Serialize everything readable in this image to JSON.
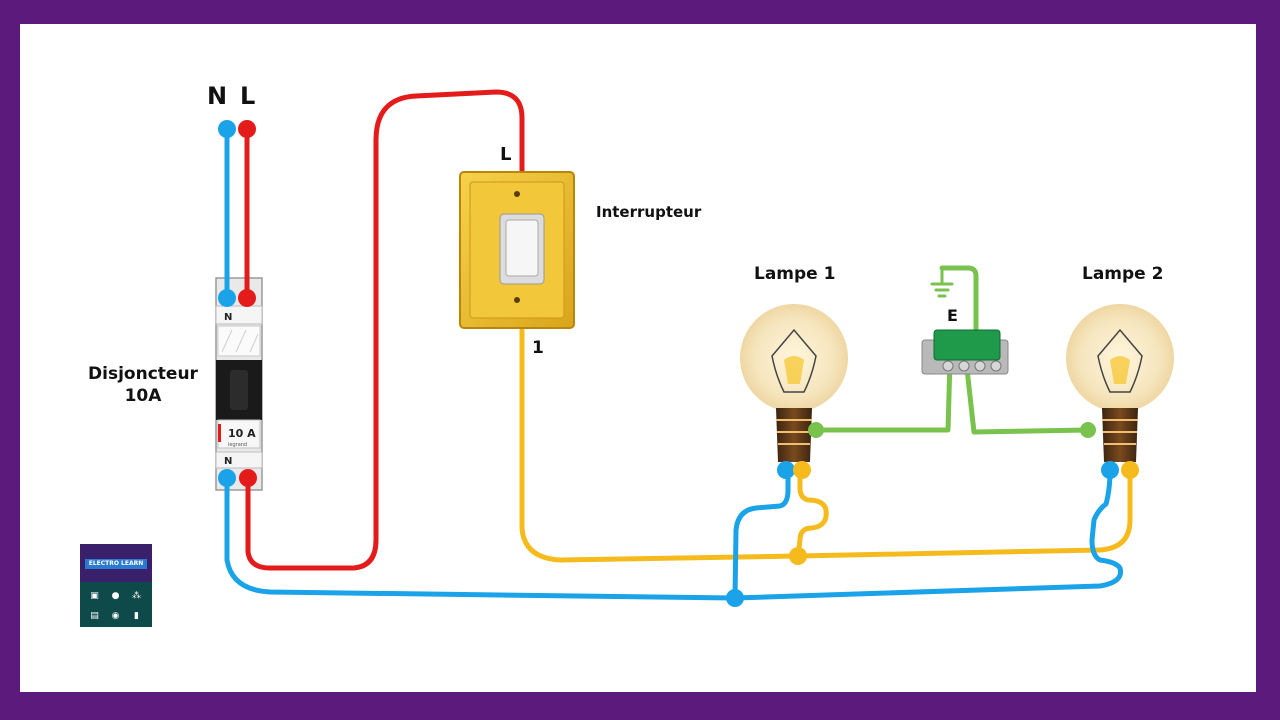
{
  "labels": {
    "neutral": "N",
    "line": "L",
    "breaker_title": "Disjoncteur",
    "breaker_rating": "10A",
    "breaker_module_n_top": "N",
    "breaker_module_n_bottom": "N",
    "breaker_module_rating": "10 A",
    "breaker_module_brand": "legrand",
    "switch_name": "Interrupteur",
    "switch_terminal_l": "L",
    "switch_terminal_1": "1",
    "lamp1": "Lampe 1",
    "lamp2": "Lampe 2",
    "earth": "E"
  },
  "logo": {
    "text": "ELECTRO LEARN"
  },
  "colors": {
    "frame": "#5c1a7c",
    "background": "#ffffff",
    "neutral_wire": "#1aa3e8",
    "line_wire": "#e41b1b",
    "switched_wire": "#f5bb1d",
    "earth_wire": "#79c24e",
    "switch_plate": "#f0c02a",
    "bulb_glow": "#f3dfb0"
  },
  "icons": [
    "bulb-icon",
    "earth-symbol-icon",
    "terminal-block-icon",
    "toggle-switch-icon",
    "circuit-breaker-icon"
  ]
}
